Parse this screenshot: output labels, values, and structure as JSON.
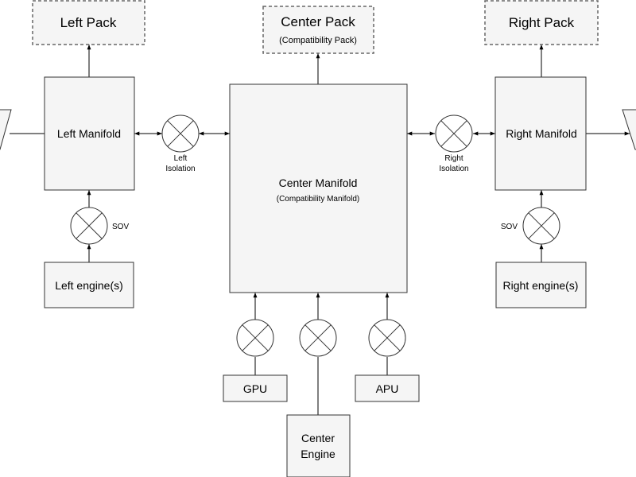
{
  "diagram": {
    "left_pack": "Left Pack",
    "center_pack": "Center Pack",
    "center_pack_sub": "(Compatibility Pack)",
    "right_pack": "Right Pack",
    "left_manifold": "Left Manifold",
    "center_manifold": "Center Manifold",
    "center_manifold_sub": "(Compatibility Manifold)",
    "right_manifold": "Right Manifold",
    "left_isolation_1": "Left",
    "left_isolation_2": "Isolation",
    "right_isolation_1": "Right",
    "right_isolation_2": "Isolation",
    "left_sov": "SOV",
    "right_sov": "SOV",
    "left_engine": "Left engine(s)",
    "right_engine": "Right engine(s)",
    "gpu": "GPU",
    "apu": "APU",
    "center_engine_1": "Center",
    "center_engine_2": "Engine"
  }
}
